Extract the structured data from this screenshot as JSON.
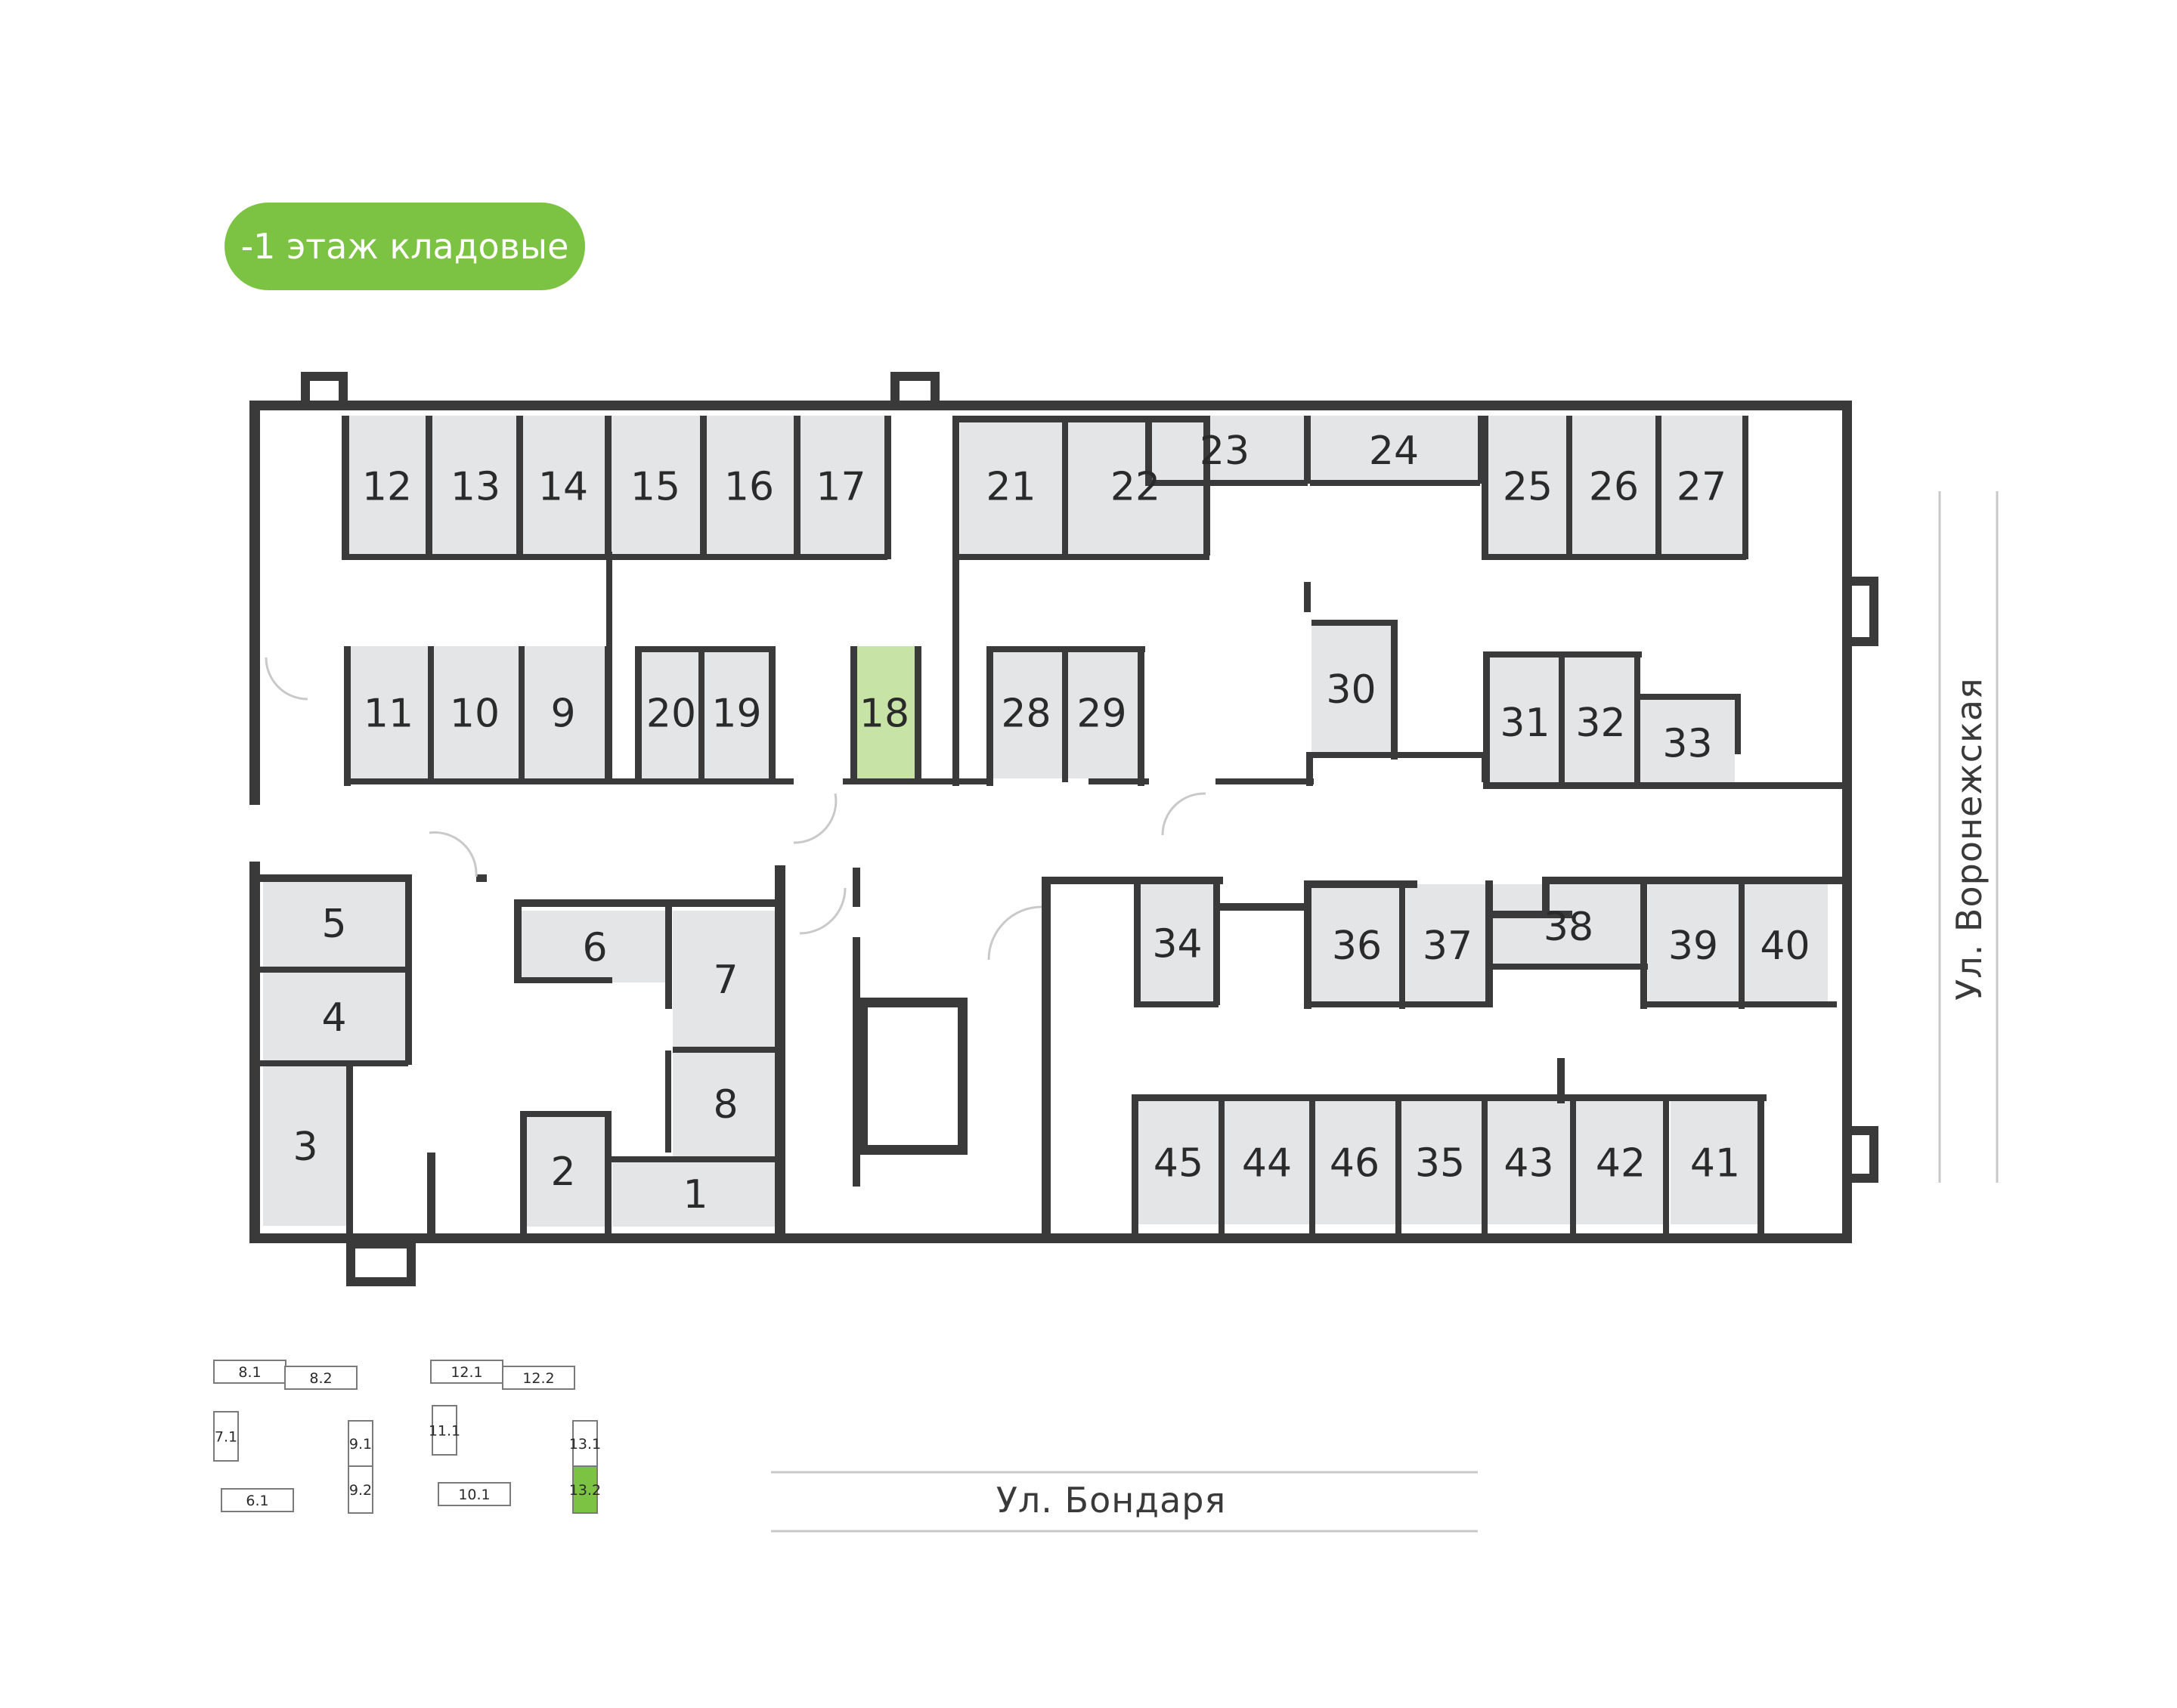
{
  "floor_label": "-1 этаж кладовые",
  "streets": {
    "bottom": "Ул. Бондаря",
    "right": "Ул. Воронежская"
  },
  "colors": {
    "wall": "#3a3a3a",
    "room_fill": "#e4e5e6",
    "selected_fill": "#c7e3a6",
    "accent": "#7cc243",
    "door_line": "#c9c9c9"
  },
  "selected_room": "18",
  "rooms": [
    {
      "id": "1",
      "label": "1"
    },
    {
      "id": "2",
      "label": "2"
    },
    {
      "id": "3",
      "label": "3"
    },
    {
      "id": "4",
      "label": "4"
    },
    {
      "id": "5",
      "label": "5"
    },
    {
      "id": "6",
      "label": "6"
    },
    {
      "id": "7",
      "label": "7"
    },
    {
      "id": "8",
      "label": "8"
    },
    {
      "id": "9",
      "label": "9"
    },
    {
      "id": "10",
      "label": "10"
    },
    {
      "id": "11",
      "label": "11"
    },
    {
      "id": "12",
      "label": "12"
    },
    {
      "id": "13",
      "label": "13"
    },
    {
      "id": "14",
      "label": "14"
    },
    {
      "id": "15",
      "label": "15"
    },
    {
      "id": "16",
      "label": "16"
    },
    {
      "id": "17",
      "label": "17"
    },
    {
      "id": "18",
      "label": "18"
    },
    {
      "id": "19",
      "label": "19"
    },
    {
      "id": "20",
      "label": "20"
    },
    {
      "id": "21",
      "label": "21"
    },
    {
      "id": "22",
      "label": "22"
    },
    {
      "id": "23",
      "label": "23"
    },
    {
      "id": "24",
      "label": "24"
    },
    {
      "id": "25",
      "label": "25"
    },
    {
      "id": "26",
      "label": "26"
    },
    {
      "id": "27",
      "label": "27"
    },
    {
      "id": "28",
      "label": "28"
    },
    {
      "id": "29",
      "label": "29"
    },
    {
      "id": "30",
      "label": "30"
    },
    {
      "id": "31",
      "label": "31"
    },
    {
      "id": "32",
      "label": "32"
    },
    {
      "id": "33",
      "label": "33"
    },
    {
      "id": "34",
      "label": "34"
    },
    {
      "id": "35",
      "label": "35"
    },
    {
      "id": "36",
      "label": "36"
    },
    {
      "id": "37",
      "label": "37"
    },
    {
      "id": "38",
      "label": "38"
    },
    {
      "id": "39",
      "label": "39"
    },
    {
      "id": "40",
      "label": "40"
    },
    {
      "id": "41",
      "label": "41"
    },
    {
      "id": "42",
      "label": "42"
    },
    {
      "id": "43",
      "label": "43"
    },
    {
      "id": "44",
      "label": "44"
    },
    {
      "id": "45",
      "label": "45"
    },
    {
      "id": "46",
      "label": "46"
    }
  ],
  "sections": [
    {
      "id": "8.1",
      "label": "8.1"
    },
    {
      "id": "8.2",
      "label": "8.2"
    },
    {
      "id": "7.1",
      "label": "7.1"
    },
    {
      "id": "6.1",
      "label": "6.1"
    },
    {
      "id": "9.1",
      "label": "9.1"
    },
    {
      "id": "9.2",
      "label": "9.2"
    },
    {
      "id": "12.1",
      "label": "12.1"
    },
    {
      "id": "12.2",
      "label": "12.2"
    },
    {
      "id": "11.1",
      "label": "11.1"
    },
    {
      "id": "10.1",
      "label": "10.1"
    },
    {
      "id": "13.1",
      "label": "13.1"
    },
    {
      "id": "13.2",
      "label": "13.2"
    }
  ],
  "selected_section": "13.2"
}
